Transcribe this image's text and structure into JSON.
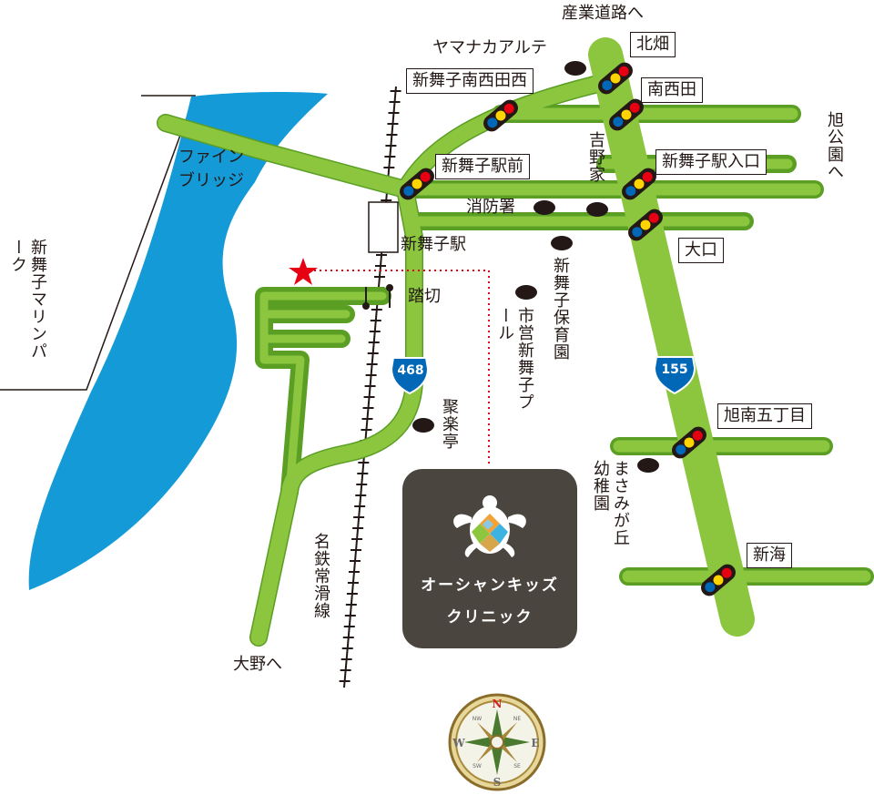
{
  "colors": {
    "river": "#149ad6",
    "road": "#8cc63f",
    "road_edge": "#5a9e24",
    "clinic_bg": "#4b453f",
    "marker_star": "#e60012",
    "dotted_line": "#e60012",
    "route_sign": "#0068b7"
  },
  "roads": {
    "route_468": "468",
    "route_155": "155"
  },
  "areas": {
    "marine_park": "新舞子マリンパーク",
    "fine_bridge_line1": "ファイン",
    "fine_bridge_line2": "ブリッジ"
  },
  "directions": {
    "sangyo": "産業道路へ",
    "asahi_park": "旭公園へ",
    "ono": "大野へ"
  },
  "railway": {
    "station": "新舞子駅",
    "crossing": "踏切",
    "line": "名鉄常滑線"
  },
  "intersections": {
    "kitabata": "北畑",
    "minami_nishida_nishi": "新舞子南西田西",
    "minami_nishida": "南西田",
    "station_front": "新舞子駅前",
    "station_entrance": "新舞子駅入口",
    "oguchi": "大口",
    "asahi_minami_5": "旭南五丁目",
    "shinkai": "新海"
  },
  "landmarks": {
    "yamanaka": "ヤマナカアルテ",
    "fire_station": "消防署",
    "yoshinoya": "吉野家",
    "nursery": "新舞子保育園",
    "pool": "市営新舞子プール",
    "shurakutei": "聚楽亭",
    "kindergarten": "まさみが丘幼稚園"
  },
  "clinic": {
    "name_line1": "オーシャンキッズ",
    "name_line2": "クリニック"
  },
  "compass": {
    "north": "N",
    "south": "S",
    "east": "E",
    "west": "W",
    "ne": "NE",
    "nw": "NW",
    "se": "SE",
    "sw": "SW"
  }
}
